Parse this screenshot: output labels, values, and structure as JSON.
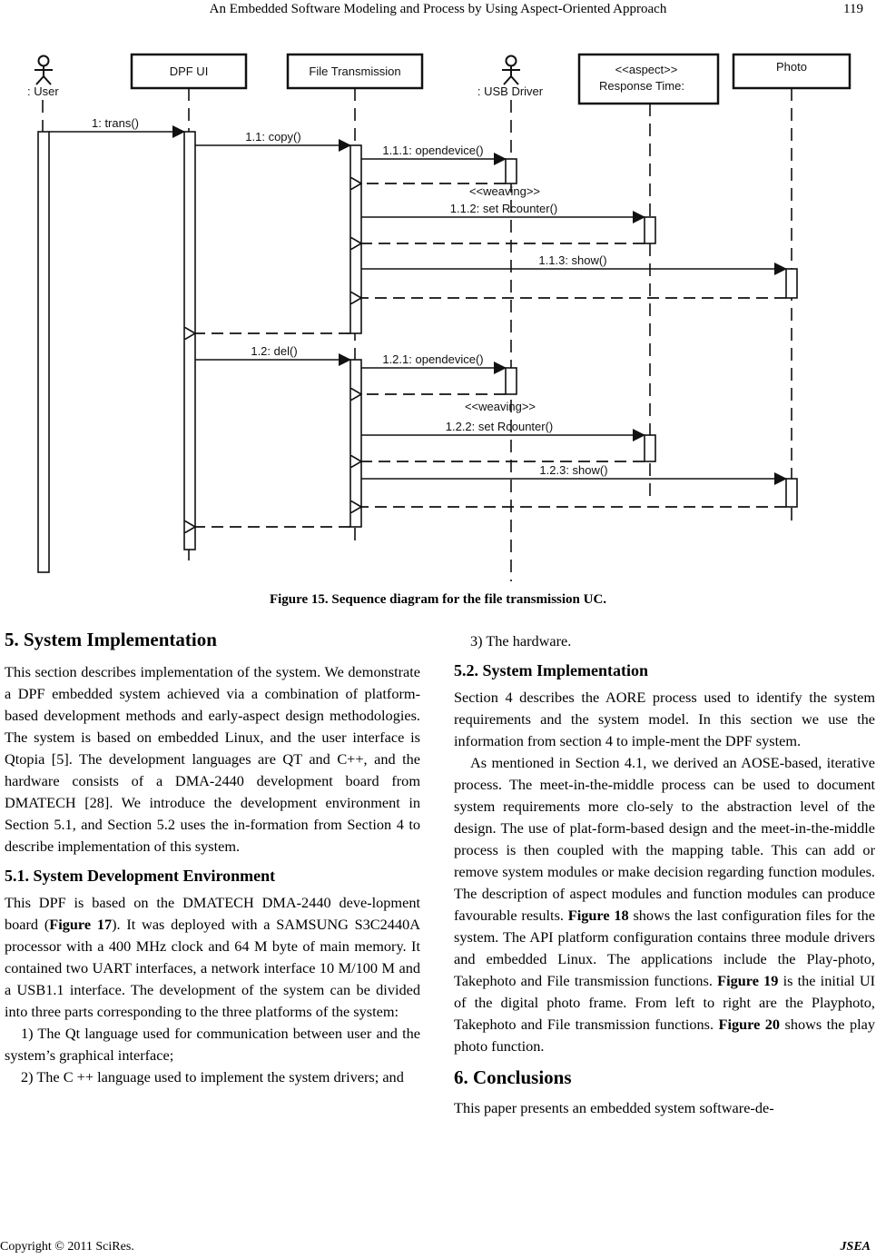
{
  "header": {
    "title": "An Embedded Software Modeling and Process by Using Aspect-Oriented Approach",
    "page_number": "119"
  },
  "diagram": {
    "lifelines": [
      {
        "label": ": User",
        "kind": "actor"
      },
      {
        "label": "DPF UI",
        "kind": "box"
      },
      {
        "label": "File Transmission",
        "kind": "box"
      },
      {
        "label": ": USB Driver",
        "kind": "actor"
      },
      {
        "label_line1": "<<aspect>>",
        "label_line2": "Response Time:",
        "kind": "box"
      },
      {
        "label": "Photo",
        "kind": "box"
      }
    ],
    "messages": [
      "1: trans()",
      "1.1: copy()",
      "1.1.1: opendevice()",
      "<<weaving>>",
      "1.1.2: set Rcounter()",
      "1.1.3: show()",
      "1.2: del()",
      "1.2.1: opendevice()",
      "<<weaving>>",
      "1.2.2: set Rcounter()",
      "1.2.3: show()"
    ]
  },
  "caption": "Figure 15. Sequence diagram for the file transmission UC.",
  "left_column": {
    "section5_heading": "5. System Implementation",
    "section5_text": "This section describes implementation of the system. We demonstrate a DPF embedded system achieved via a combination of platform-based development methods and early-aspect design methodologies. The system is based on embedded Linux, and the user interface is Qtopia [5]. The development languages are QT and C++, and the hardware consists of a DMA-2440 development board from DMATECH [28]. We introduce the development environment in Section 5.1, and Section 5.2 uses the in-formation from Section 4 to describe implementation of this system.",
    "section51_heading": "5.1. System Development Environment",
    "section51_text_a": "This DPF is based on the DMATECH DMA-2440 deve-lopment board (",
    "section51_fig": "Figure 17",
    "section51_text_b": "). It was deployed with a SAMSUNG S3C2440A processor with a 400 MHz clock and 64 M byte of main memory. It contained two UART interfaces, a network interface 10 M/100 M and a USB1.1 interface. The development of the system can be divided into three parts corresponding to the three platforms of the system:",
    "item1": "1) The Qt language used for communication between user and the system’s graphical interface;",
    "item2": "2) The C ++ language used to implement the system drivers; and"
  },
  "right_column": {
    "item3": "3) The hardware.",
    "section52_heading": "5.2. System Implementation",
    "section52_p1": "Section 4 describes the AORE process used to identify the system requirements and the system model. In this section we use the information from section 4 to imple-ment the DPF system.",
    "section52_p2_a": "As mentioned in Section 4.1, we derived an AOSE-based, iterative process. The meet-in-the-middle process can be used to document system requirements more clo-sely to the abstraction level of the design. The use of plat-form-based design and the meet-in-the-middle process is then coupled with the mapping table. This can add or remove system modules or make decision regarding function modules. The description of aspect modules and function modules can produce favourable results. ",
    "fig18": "Figure 18",
    "section52_p2_b": " shows the last configuration files for the system. The API platform configuration contains three module drivers and embedded Linux. The applications include the Play-photo, Takephoto and File transmission functions. ",
    "fig19": "Figure 19",
    "section52_p2_c": " is the initial UI of the digital photo frame. From left to right are the Playphoto, Takephoto and File transmission functions. ",
    "fig20": "Figure 20",
    "section52_p2_d": " shows the play photo function.",
    "section6_heading": "6. Conclusions",
    "section6_text": "This paper presents an embedded system software-de-"
  },
  "footer": {
    "copyright": "Copyright © 2011 SciRes.",
    "journal": "JSEA"
  }
}
